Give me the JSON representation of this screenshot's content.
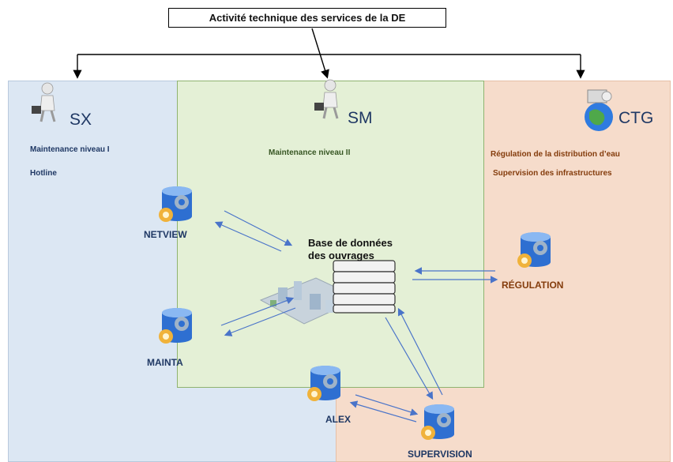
{
  "title": "Activité  technique des services de la DE",
  "services": {
    "sx": {
      "label": "SX",
      "notes": [
        "Maintenance  niveau I",
        "Hotline"
      ]
    },
    "sm": {
      "label": "SM",
      "notes": [
        "Maintenance  niveau II"
      ]
    },
    "ctg": {
      "label": "CTG",
      "notes": [
        "Régulation de la distribution  d’eau",
        "Supervision des infrastructures"
      ]
    }
  },
  "central": {
    "line1": "Base de données",
    "line2": "des ouvrages"
  },
  "databases": {
    "netview": "NETVIEW",
    "mainta": "MAINTA",
    "alex": "ALEX",
    "supervision": "SUPERVISION",
    "regulation": "RÉGULATION"
  },
  "colors": {
    "sx_zone": "#dce7f3",
    "sm_zone": "#e4f0d6",
    "ctg_zone": "#f6dccb",
    "arrow": "#4a74c9",
    "db_blue": "#2e6fd1",
    "gear": "#f0b23a"
  },
  "icons": {
    "person": "person-with-briefcase-icon",
    "computer_globe": "person-at-computer-globe-icon",
    "database": "database-gear-icon",
    "server": "server-stack-icon",
    "city": "city-model-icon"
  }
}
